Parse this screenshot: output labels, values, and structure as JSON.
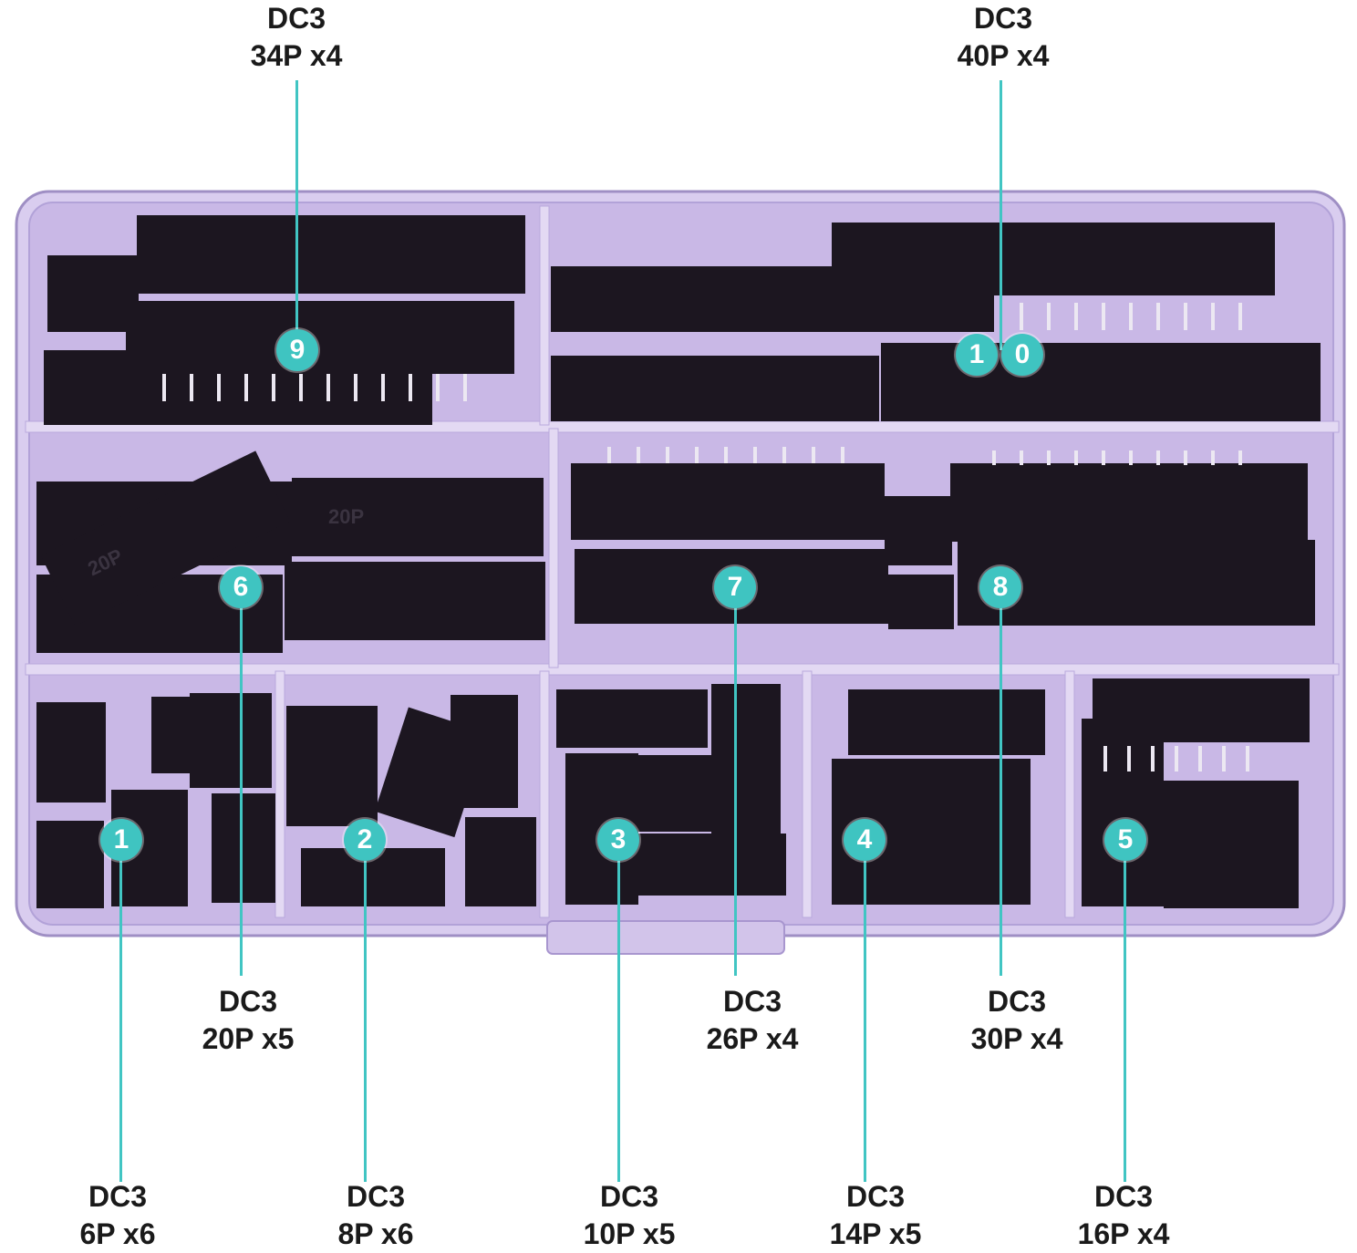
{
  "labels": [
    {
      "id": "9",
      "series": "DC3",
      "spec": "34P x4"
    },
    {
      "id": "10",
      "series": "DC3",
      "spec": "40P x4"
    },
    {
      "id": "6",
      "series": "DC3",
      "spec": "20P x5"
    },
    {
      "id": "7",
      "series": "DC3",
      "spec": "26P x4"
    },
    {
      "id": "8",
      "series": "DC3",
      "spec": "30P x4"
    },
    {
      "id": "1",
      "series": "DC3",
      "spec": "6P x6"
    },
    {
      "id": "2",
      "series": "DC3",
      "spec": "8P x6"
    },
    {
      "id": "3",
      "series": "DC3",
      "spec": "10P x5"
    },
    {
      "id": "4",
      "series": "DC3",
      "spec": "14P x5"
    },
    {
      "id": "5",
      "series": "DC3",
      "spec": "16P x4"
    }
  ],
  "badges": {
    "b1": "1",
    "b2": "2",
    "b3": "3",
    "b4": "4",
    "b5": "5",
    "b6": "6",
    "b7": "7",
    "b8": "8",
    "b9": "9",
    "b10a": "1",
    "b10b": "0"
  },
  "part_marks": {
    "m20a": "20P",
    "m20b": "20P"
  },
  "colors": {
    "leader": "#41c5c3",
    "badge": "#3fc4c1",
    "box": "#c9b8e6",
    "connector": "#1c1620"
  }
}
